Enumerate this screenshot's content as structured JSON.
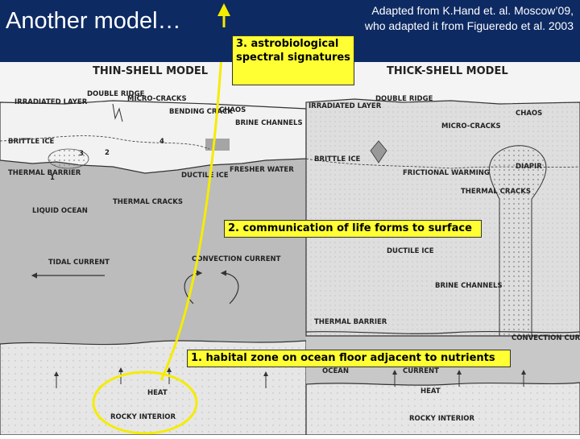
{
  "slide": {
    "title": "Another model…",
    "credit_line1": "Adapted from K.Hand et. al. Moscow’09,",
    "credit_line2": "who adapted it from Figueredo et al. 2003"
  },
  "thin_shell": {
    "title": "THIN-SHELL MODEL",
    "labels": {
      "irradiated": "IRRADIATED LAYER",
      "double_ridge": "DOUBLE RIDGE",
      "micro_cracks": "MICRO-CRACKS",
      "bending_crack": "BENDING CRACK",
      "chaos": "CHAOS",
      "brine": "BRINE CHANNELS",
      "brittle": "BRITTLE ICE",
      "thermal_barrier": "THERMAL BARRIER",
      "ductile": "DUCTILE ICE",
      "fresher": "FRESHER WATER",
      "thermal_cracks": "THERMAL CRACKS",
      "liquid_ocean": "LIQUID OCEAN",
      "tidal": "TIDAL CURRENT",
      "convection": "CONVECTION CURRENT",
      "heat": "HEAT",
      "rocky": "ROCKY INTERIOR",
      "n1": "1",
      "n2": "2",
      "n3": "3",
      "n4": "4"
    }
  },
  "thick_shell": {
    "title": "THICK-SHELL MODEL",
    "labels": {
      "irradiated": "IRRADIATED LAYER",
      "double_ridge": "DOUBLE RIDGE",
      "chaos": "CHAOS",
      "micro_cracks": "MICRO-CRACKS",
      "diapir": "DIAPIR",
      "brittle": "BRITTLE ICE",
      "frictional": "FRICTIONAL WARMING",
      "thermal_cracks": "THERMAL CRACKS",
      "ductile": "DUCTILE ICE",
      "brine": "BRINE CHANNELS",
      "thermal_barrier": "THERMAL BARRIER",
      "convection": "CONVECTION CURRENT",
      "ocean": "OCEAN",
      "current": "CURRENT",
      "heat": "HEAT",
      "rocky": "ROCKY INTERIOR"
    }
  },
  "annotations": {
    "a3": "3. astrobiological spectral signatures",
    "a2": "2. communication of life forms to surface",
    "a1": "1. habital zone on ocean floor adjacent to nutrients"
  },
  "colors": {
    "header": "#0d2a63",
    "ocean": "#c0c0c0",
    "rock": "#e6e6e6",
    "ice": "#f2f2f2",
    "highlight": "#ffff33",
    "annotation_line": "#f5ec00"
  }
}
